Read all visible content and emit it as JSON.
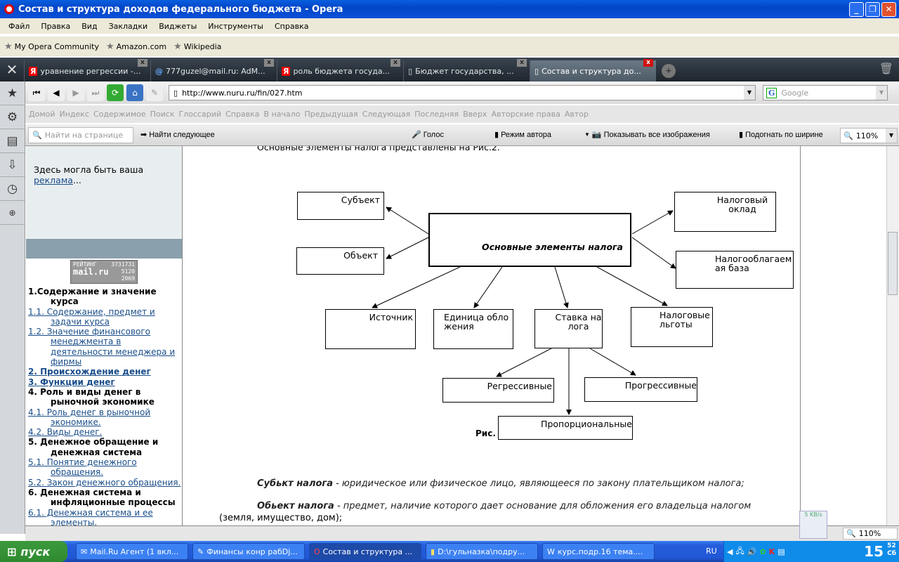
{
  "window": {
    "title": "Состав и структура доходов федерального бюджета - Opera"
  },
  "menu": [
    "Файл",
    "Правка",
    "Вид",
    "Закладки",
    "Виджеты",
    "Инструменты",
    "Справка"
  ],
  "bookmarks": [
    "My Opera Community",
    "Amazon.com",
    "Wikipedia"
  ],
  "tabs": [
    {
      "label": "уравнение регрессии -...",
      "icon": "yandex-icon",
      "favicon": "Я"
    },
    {
      "label": "777guzel@mail.ru: AdM...",
      "icon": "mail-at-icon",
      "favicon": "@"
    },
    {
      "label": "роль бюджета госуда...",
      "icon": "yandex-icon",
      "favicon": "Я"
    },
    {
      "label": "Бюджет государства, ...",
      "icon": "page-icon",
      "favicon": "▯"
    },
    {
      "label": "Состав и структура до...",
      "icon": "page-icon",
      "favicon": "▯"
    }
  ],
  "address": {
    "url": "http://www.nuru.ru/fin/027.htm",
    "search_placeholder": "Google",
    "search_logo": "G"
  },
  "navlinks": [
    "Домой",
    "Индекс",
    "Содержимое",
    "Поиск",
    "Глоссарий",
    "Справка",
    "В начало",
    "Предыдущая",
    "Следующая",
    "Последняя",
    "Вверх",
    "Авторские права",
    "Автор"
  ],
  "findbar": {
    "placeholder": "Найти на странице",
    "find_next": "Найти следующее",
    "voice": "Голос",
    "author_mode": "Режим автора",
    "show_images": "Показывать все изображения",
    "fit_width": "Подогнать по ширине",
    "zoom": "110%"
  },
  "sidebar": {
    "ad_text": "Здесь могла быть ваша",
    "ad_link": "реклама",
    "ad_suffix": "...",
    "rating": {
      "label": "РЕЙТИНГ",
      "brand": "mail.ru",
      "n1": "3731731",
      "n2": "5120",
      "n3": "2069"
    },
    "nav": [
      {
        "text": "1.Содержание и значение курса",
        "type": "h"
      },
      {
        "text": "1.1. Содержание, предмет и задачи курса",
        "type": "a"
      },
      {
        "text": "1.2. Значение финансового менеджмента в деятельности менеджера и фирмы",
        "type": "a"
      },
      {
        "text": "2. Происхождение денег",
        "type": "hl"
      },
      {
        "text": "3. Функции денег",
        "type": "hl"
      },
      {
        "text": "4. Роль и виды денег в рыночной экономике",
        "type": "h"
      },
      {
        "text": "4.1. Роль денег в рыночной экономике.",
        "type": "a"
      },
      {
        "text": "4.2. Виды денег.",
        "type": "a"
      },
      {
        "text": "5. Денежное обращение и денежная система",
        "type": "h"
      },
      {
        "text": "5.1.  Понятие денежного обращения.",
        "type": "a"
      },
      {
        "text": "5.2.  Закон денежного обращения.",
        "type": "a"
      },
      {
        "text": "6. Денежная система и инфляционные процессы",
        "type": "h"
      },
      {
        "text": "6.1. Денежная система и ее элементы.",
        "type": "a"
      }
    ]
  },
  "content": {
    "intro": "Основные элементы налога представлены на Рис.2.",
    "diagram": {
      "center": "Основные элементы налога",
      "subject": "Субъект",
      "object": "Объект",
      "salary": "Налоговый оклад",
      "base": "Налогооблагаемая база",
      "source": "Источник",
      "unit": "Единица обложения",
      "rate": "Ставка налога",
      "benefits": "Налоговые льготы",
      "regressive": "Регрессивные",
      "progressive": "Прогрессивные",
      "proportional": "Пропорциональные",
      "caption": "Рис."
    },
    "p1_term": "Субькт налога",
    "p1_text": " - юридическое или физическое лицо, являющееся по закону плательщиком налога;",
    "p2_term": "Обьект налога",
    "p2_text": " - предмет, наличие которого дает основание для обложения его владельца налогом",
    "p2_cont": "(земля, имущество, дом);"
  },
  "status": {
    "speed": "5 KB/s",
    "zoom": "110%"
  },
  "taskbar": {
    "start": "пуск",
    "items": [
      "Mail.Ru Агент (1 вкл...",
      "Финансы конр рабDj...",
      "Состав и структура ...",
      "D:\\гульназка\\подру...",
      "курс.подр.16 тема...."
    ],
    "lang": "RU",
    "time": "15",
    "minutes": "52",
    "day": "Сб"
  }
}
